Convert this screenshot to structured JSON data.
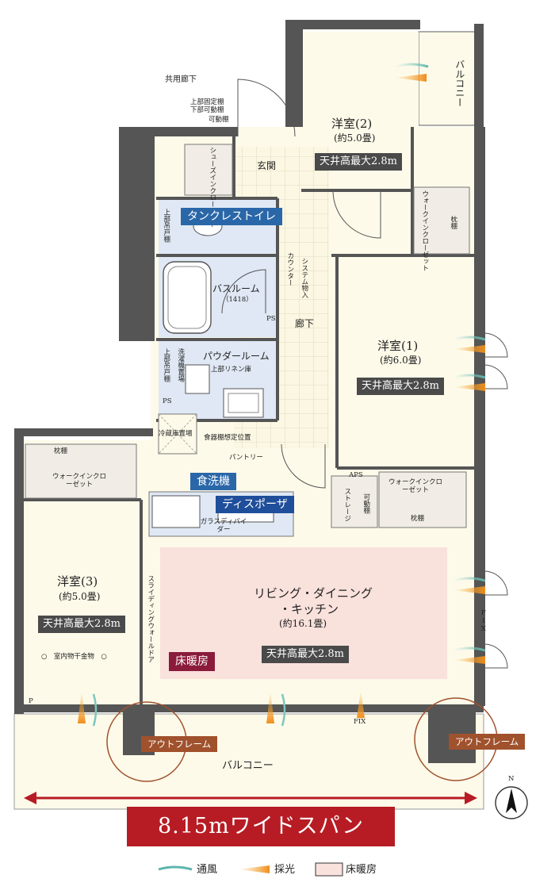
{
  "labels": {
    "common_corridor": "共用廊下",
    "upper_fixed_shelf": "上部固定棚",
    "lower_movable_shelf": "下部可動棚",
    "movable_shelf": "可動棚",
    "shoes_closet": "シューズインクローゼット",
    "entrance": "玄関",
    "upper_cabinet_1": "上部吊戸棚",
    "counter": "カウンター",
    "system_storage": "システム物入",
    "bath_size": "（1418）",
    "ps": "PS",
    "hallway": "廊下",
    "washing_machine_space": "洗濯機置場",
    "upper_cabinet_2": "上部吊戸棚",
    "upper_linen": "上部リネン庫",
    "fridge_space": "冷蔵庫置場",
    "dish_shelf": "食器棚想定位置",
    "pantry": "パントリー",
    "glass_divider": "ガラスディバイダー",
    "aps": "APS",
    "storage": "ストレージ",
    "wic_center": "ウォークインクローゼット",
    "pillow_shelf_center": "枕棚",
    "wic_bed2": "ウォークインクローゼット",
    "pillow_shelf_bed2": "枕棚",
    "wic_bed3": "ウォークインクローゼット",
    "pillow_shelf_bed3": "枕棚",
    "sliding_door": "スライディングウォールドア",
    "drying_hardware": "○　室内物干金物　○",
    "p_mark": "P",
    "fix_right": "FIX",
    "fix_bottom": "FIX",
    "balcony_top": "バルコニー",
    "balcony_bottom": "バルコニー",
    "north": "N"
  },
  "rooms": {
    "bed2_name": "洋室(2)",
    "bed2_size": "(約5.0畳)",
    "bed2_ceiling": "天井高最大2.8m",
    "bed1_name": "洋室(1)",
    "bed1_size": "(約6.0畳)",
    "bed1_ceiling": "天井高最大2.8m",
    "bed3_name": "洋室(3)",
    "bed3_size": "(約5.0畳)",
    "bed3_ceiling": "天井高最大2.8m",
    "bath_name": "バスルーム",
    "powder_name": "パウダールーム",
    "ldk_name_1": "リビング・ダイニング",
    "ldk_name_2": "・キッチン",
    "ldk_size": "(約16.1畳)",
    "ldk_ceiling": "天井高最大2.8m"
  },
  "tags": {
    "tankless_toilet": "タンクレストイレ",
    "dishwasher": "食洗機",
    "disposer": "ディスポーザ",
    "floor_heating": "床暖房",
    "outframe_left": "アウトフレーム",
    "outframe_right": "アウトフレーム"
  },
  "banner": {
    "wide_span": "8.15mワイドスパン"
  },
  "legend": {
    "ventilation": "通風",
    "daylight": "採光",
    "floor_heating": "床暖房"
  },
  "colors": {
    "floor": "#fdfae9",
    "bath_area": "#dfe8f4",
    "floor_heating": "#f9e1dc",
    "wall": "#4a4a4a",
    "tag_blue": "#2a67a8",
    "tag_red": "#8a1b3a",
    "banner_red": "#b71c24",
    "frame_brown": "#a0522d"
  }
}
